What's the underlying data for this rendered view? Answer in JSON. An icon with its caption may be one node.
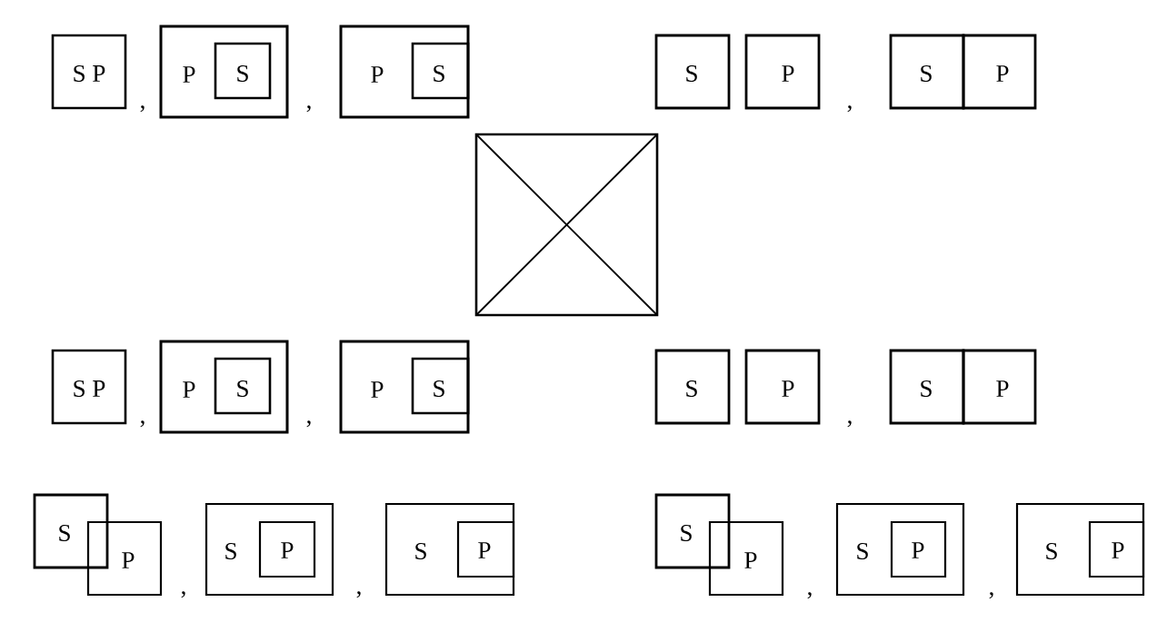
{
  "diagram": {
    "nodes": [
      {
        "text": [
          "S P"
        ]
      },
      {
        "text": [
          "P"
        ]
      },
      {
        "text": [
          "S"
        ],
        "in": 1
      },
      {
        "text": [
          "P"
        ]
      },
      {
        "text": [
          "S"
        ],
        "in": 3
      },
      {
        "text": [
          "S"
        ]
      },
      {
        "text": [
          "P"
        ]
      },
      {
        "text": [
          "S"
        ]
      },
      {
        "text": [
          "P"
        ]
      },
      {
        "text": [],
        "shape": "box"
      },
      {
        "text": [
          "S P"
        ]
      },
      {
        "text": [
          "P"
        ]
      },
      {
        "text": [
          "S"
        ],
        "in": 11
      },
      {
        "text": [
          "P"
        ]
      },
      {
        "text": [
          "S"
        ],
        "in": 13
      },
      {
        "text": [
          "S"
        ]
      },
      {
        "text": [
          "P"
        ]
      },
      {
        "text": [
          "S"
        ]
      },
      {
        "text": [
          "P"
        ]
      },
      {
        "text": [
          "S"
        ]
      },
      {
        "text": [
          "P"
        ]
      },
      {
        "text": [
          "S"
        ]
      },
      {
        "text": [
          "P"
        ],
        "in": 21
      },
      {
        "text": [
          "S"
        ]
      },
      {
        "text": [
          "P"
        ],
        "in": 23
      },
      {
        "text": [
          "S"
        ]
      },
      {
        "text": [
          "P"
        ]
      },
      {
        "text": [
          "S"
        ]
      },
      {
        "text": [
          "P"
        ],
        "in": 27
      },
      {
        "text": [
          "S"
        ]
      },
      {
        "text": [
          "P"
        ],
        "in": 29
      }
    ],
    "labels": [
      ",",
      ",",
      ",",
      ",",
      ",",
      ",",
      ",",
      ",",
      ",",
      ","
    ]
  }
}
